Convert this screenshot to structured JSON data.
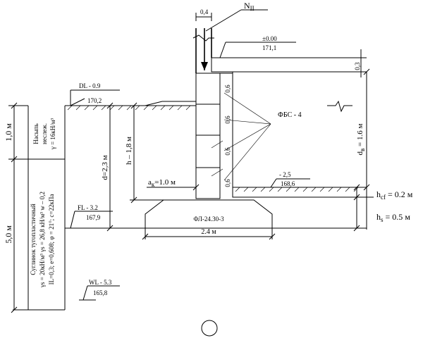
{
  "drawing": {
    "load_label": "N",
    "load_sub": "II",
    "wall_thickness": "0,4",
    "slab_thickness": "0,3",
    "floor_mark": "±0.00",
    "floor_abs": "171,1",
    "dl_mark": "DL - 0.9",
    "dl_abs": "170,2",
    "fl_mark": "FL - 3.2",
    "fl_abs": "167,9",
    "wl_mark": "WL - 5.3",
    "wl_abs": "165,8",
    "basement_mark": "- 2,5",
    "basement_abs": "168,6",
    "blocks_label": "ФБС - 4",
    "block_h1": "0,6",
    "block_h2": "0,6",
    "block_h3": "0,6",
    "block_h4": "0,6",
    "pad_label": "ФЛ-24.30-3",
    "pad_width": "2.4 м",
    "ak_label": "a",
    "ak_sub": "к",
    "ak_value": "=1.0 м",
    "d_label": "d=2,3 м",
    "h_label": "h – 1,8 м",
    "db_label": "d",
    "db_sub": "в",
    "db_value": " = 1.6 м",
    "hcf_label": "h",
    "hcf_sub": "cf",
    "hcf_value": " = 0.2 м",
    "hs_label": "h",
    "hs_sub": "s",
    "hs_value": "  = 0.5 м",
    "layer1_thickness": "1,0 м",
    "layer2_thickness": "5,0 м",
    "layer1_line1": "Насыпь",
    "layer1_line2": "неслеж.",
    "layer1_line3": "γ = 16кН/м³",
    "layer2_line1": "Суглинок тугопластичный",
    "layer2_line2": "γs = 20кН/м³  γs = 26,8 кН/м³  w – 0,2",
    "layer2_line3": "IL=0,3;  e=0,608;  φ = 21°;  c=22кПа"
  }
}
